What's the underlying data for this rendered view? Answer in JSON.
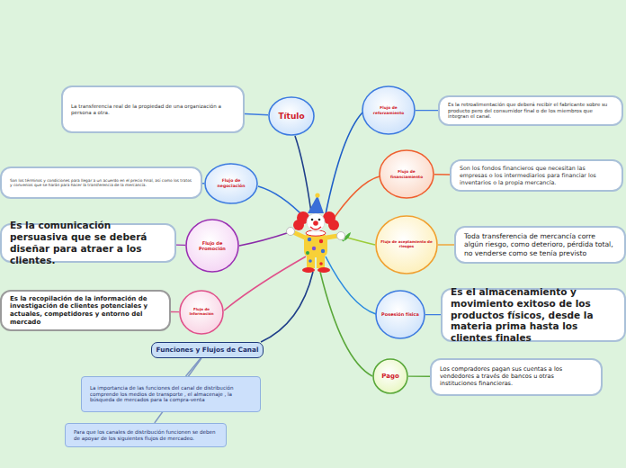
{
  "diagram": {
    "nodes": [
      {
        "text": [
          "Título"
        ]
      },
      {
        "text": [
          "La transferencia real de la propiedad de una organización a persona a otra."
        ]
      },
      {
        "text": [
          "Flujo de negociación"
        ]
      },
      {
        "text": [
          "Son los términos y condiciones para llegar a un acuerdo en el precio Final, así como los tratos y convenios que se harán para hacer la transferencia de la mercancía."
        ]
      },
      {
        "text": [
          "Flujo de Promoción"
        ]
      },
      {
        "text": [
          "Es la comunicación persuasiva que se deberá diseñar para atraer a los clientes."
        ]
      },
      {
        "text": [
          "Flujo de Información"
        ]
      },
      {
        "text": [
          "Es la recopilación de la información de investigación de clientes potenciales y actuales, competidores y entorno del mercado"
        ]
      },
      {
        "text": [
          "Funciones y Flujos de Canal"
        ]
      },
      {
        "text": [
          "La importancia de las funciones del canal de distribución comprende los medios de transporte , el almacenaje , la búsqueda de mercados para la compra-venta"
        ]
      },
      {
        "text": [
          "Para que los canales de distribución funcionen se deben de apoyar de los siguientes flujos de mercadeo."
        ]
      },
      {
        "text": [
          "Flujo de reforzamiento"
        ]
      },
      {
        "text": [
          "Es la retroalimentación que deberá recibir el fabricante sobre su producto pero del consumidor final o de los miembros que integran el canal."
        ]
      },
      {
        "text": [
          "Flujo de financiamiento"
        ]
      },
      {
        "text": [
          "Son los fondos financieros que necesitan las empresas o los intermediarios para financiar los inventarios o la propia mercancía."
        ]
      },
      {
        "text": [
          "Flujo de aceptamiento de riesgos"
        ]
      },
      {
        "text": [
          "Toda transferencia de mercancía corre algún riesgo, como deterioro, pérdida total, no venderse como se tenía previsto"
        ]
      },
      {
        "text": [
          "Posesión física"
        ]
      },
      {
        "text": [
          "Es el almacenamiento y movimiento exitoso de los productos físicos, desde la materia prima hasta los clientes finales"
        ]
      },
      {
        "text": [
          "Pago"
        ]
      },
      {
        "text": [
          "Los compradores pagan sus cuentas a los vendedores a través de bancos u otras instituciones financieras."
        ]
      }
    ],
    "edges": [
      {
        "from": 0,
        "to": 1,
        "arrow": "none"
      },
      {
        "from": 2,
        "to": 3,
        "arrow": "none"
      },
      {
        "from": 4,
        "to": 5,
        "arrow": "none"
      },
      {
        "from": 6,
        "to": 7,
        "arrow": "none"
      },
      {
        "from": 8,
        "to": 9,
        "arrow": "none"
      },
      {
        "from": 8,
        "to": 10,
        "arrow": "none"
      },
      {
        "from": 11,
        "to": 12,
        "arrow": "none"
      },
      {
        "from": 13,
        "to": 14,
        "arrow": "none"
      },
      {
        "from": 15,
        "to": 16,
        "arrow": "none"
      },
      {
        "from": 17,
        "to": 18,
        "arrow": "none"
      },
      {
        "from": 19,
        "to": 20,
        "arrow": "none"
      }
    ]
  }
}
